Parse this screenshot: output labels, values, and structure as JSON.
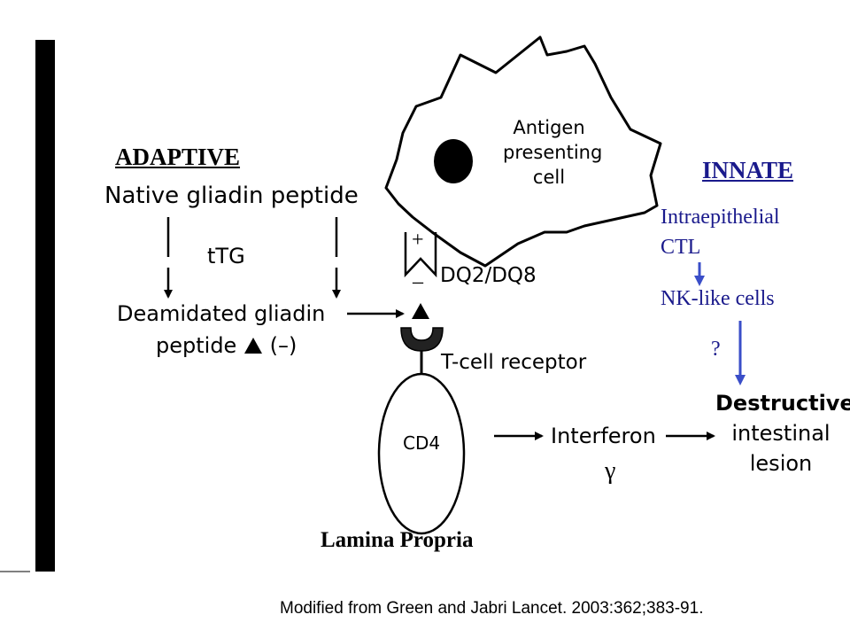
{
  "labels": {
    "adaptive": "ADAPTIVE",
    "innate": "INNATE",
    "native_peptide": "Native gliadin peptide",
    "ttg": "tTG",
    "deamidated_line1": "Deamidated gliadin",
    "deamidated_line2": "peptide",
    "deamidated_charge": "(–)",
    "apc_line1": "Antigen",
    "apc_line2": "presenting",
    "apc_line3": "cell",
    "plus": "+",
    "minus": "–",
    "dq": "DQ2/DQ8",
    "tcr": "T-cell receptor",
    "cd4": "CD4",
    "interferon": "Interferon",
    "gamma": "γ",
    "intraepithelial_line1": "Intraepithelial",
    "intraepithelial_line2": "CTL",
    "nk_cells": "NK-like cells",
    "question": "?",
    "lesion_line1": "Destructive",
    "lesion_line2": "intestinal",
    "lesion_line3": "lesion",
    "lamina_propria": "Lamina Propria",
    "citation": "Modified from Green and Jabri  Lancet.  2003:362;383-91."
  },
  "colors": {
    "innate_accent": "#1a1a8c",
    "arrow_blue": "#3a4ec8",
    "ink": "#000000"
  }
}
